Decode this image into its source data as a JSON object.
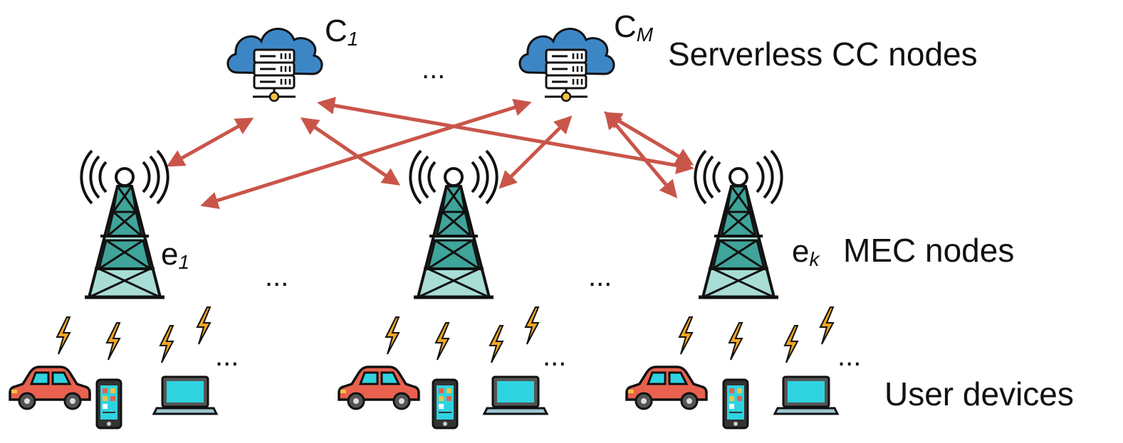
{
  "layers": {
    "cloud": "Serverless CC nodes",
    "mec": "MEC nodes",
    "users": "User devices"
  },
  "clouds": [
    {
      "letter": "C",
      "sub": "1"
    },
    {
      "letter": "C",
      "sub": "M"
    }
  ],
  "towers": [
    {
      "letter": "e",
      "sub": "1"
    },
    {
      "letter": "",
      "sub": ""
    },
    {
      "letter": "e",
      "sub": "k"
    }
  ],
  "ellipsis": "...",
  "colors": {
    "arrow": "#c9554a",
    "tower": "#3fa49a",
    "tower_light": "#a8ddd6",
    "cloud": "#3d86c6",
    "car": "#e8614e",
    "screen": "#2fd3e0",
    "bolt": "#f5a623"
  },
  "links": [
    {
      "from": "c1",
      "to": "e1"
    },
    {
      "from": "c1",
      "to": "e2"
    },
    {
      "from": "c1",
      "to": "ek"
    },
    {
      "from": "cM",
      "to": "e1"
    },
    {
      "from": "cM",
      "to": "e2"
    },
    {
      "from": "cM",
      "to": "ek"
    }
  ]
}
